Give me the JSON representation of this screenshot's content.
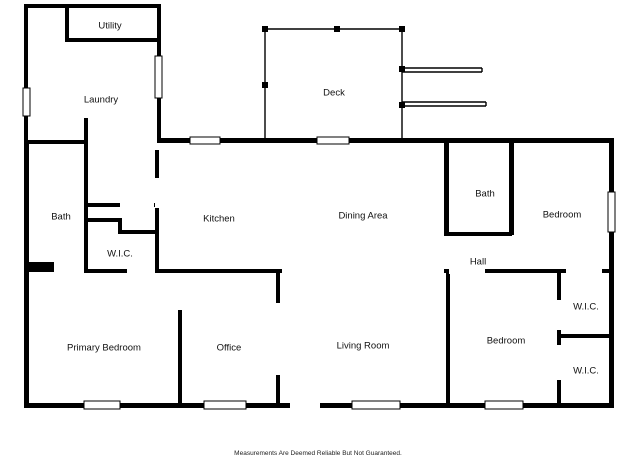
{
  "rooms": {
    "utility": "Utility",
    "laundry": "Laundry",
    "deck": "Deck",
    "bath_left": "Bath",
    "wic_left": "W.I.C.",
    "kitchen": "Kitchen",
    "dining": "Dining Area",
    "bath_right": "Bath",
    "bedroom_top": "Bedroom",
    "hall": "Hall",
    "primary_bedroom": "Primary Bedroom",
    "office": "Office",
    "living": "Living Room",
    "bedroom_bottom": "Bedroom",
    "wic_right_top": "W.I.C.",
    "wic_right_bottom": "W.I.C."
  },
  "footer": {
    "disclaimer": "Measurements Are Deemed Reliable But Not Guaranteed."
  }
}
